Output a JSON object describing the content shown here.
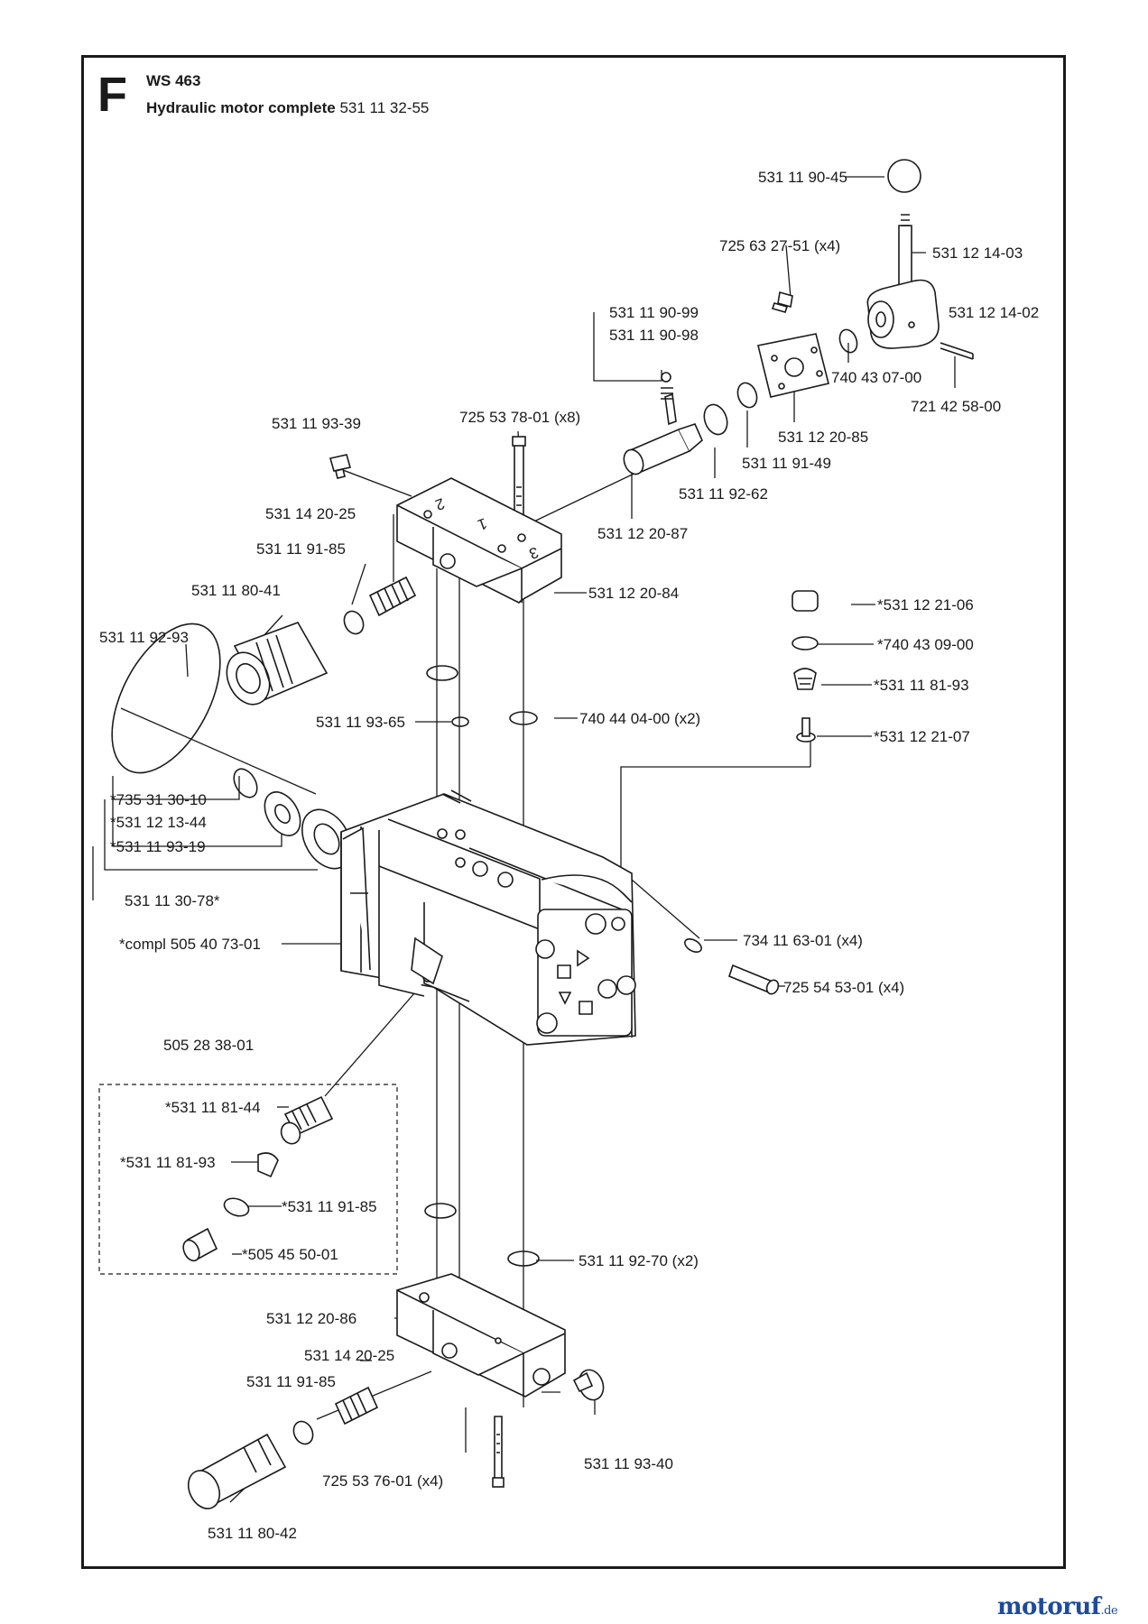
{
  "header": {
    "section": "F",
    "model": "WS 463",
    "title_bold": "Hydraulic motor complete",
    "title_number": "531 11 32-55"
  },
  "watermark": {
    "brand": "motoruf",
    "suffix": ".de",
    "color": "#1e4b9c"
  },
  "labels": {
    "l01": "531 11 90-45",
    "l02": "725 63 27-51",
    "l03": "531 12 14-03",
    "l04": "531 11 90-99",
    "l05": "531 11 90-98",
    "l06": "531 12 14-02",
    "l07": "740 43 07-00",
    "l08": "721 42 58-00",
    "l09": "531 11 93-39",
    "l10": "725 53 78-01",
    "l11": "531 12 20-85",
    "l12": "531 11 91-49",
    "l13": "531 11 92-62",
    "l14": "531 14 20-25",
    "l15": "531 12 20-87",
    "l16": "531 11 91-85",
    "l17": "531 12 20-84",
    "l18": "531 11 80-41",
    "l19": "*531 12 21-06",
    "l20": "531 11 92-93",
    "l21": "*740 43 09-00",
    "l22": "*531 11 81-93",
    "l23": "531 11 93-65",
    "l24": "740 44 04-00",
    "l25": "*531 12 21-07",
    "l26": "*735 31 30-10",
    "l27": "*531 12 13-44",
    "l28": "*531 11 93-19",
    "l29": "531 11 30-78*",
    "l30": "*compl",
    "l30b": "505 40 73-01",
    "l31": "734 11 63-01",
    "l32": "725 54 53-01",
    "l33": "505 28 38-01",
    "l34": "*531 11 81-44",
    "l35": "*531 11 81-93",
    "l36": "*531 11 91-85",
    "l37": "*505 45 50-01",
    "l38": "531 11 92-70",
    "l39": "531 12 20-86",
    "l40": "531 14 20-25",
    "l41": "531 11 91-85",
    "l42": "531 11 93-40",
    "l43": "725 53 76-01",
    "l44": "531 11 80-42",
    "qx4": "(x4)",
    "qx8": "(x8)",
    "qx2": "(x2)"
  },
  "port_numbers": {
    "p1": "1",
    "p2": "2",
    "p3": "3"
  }
}
